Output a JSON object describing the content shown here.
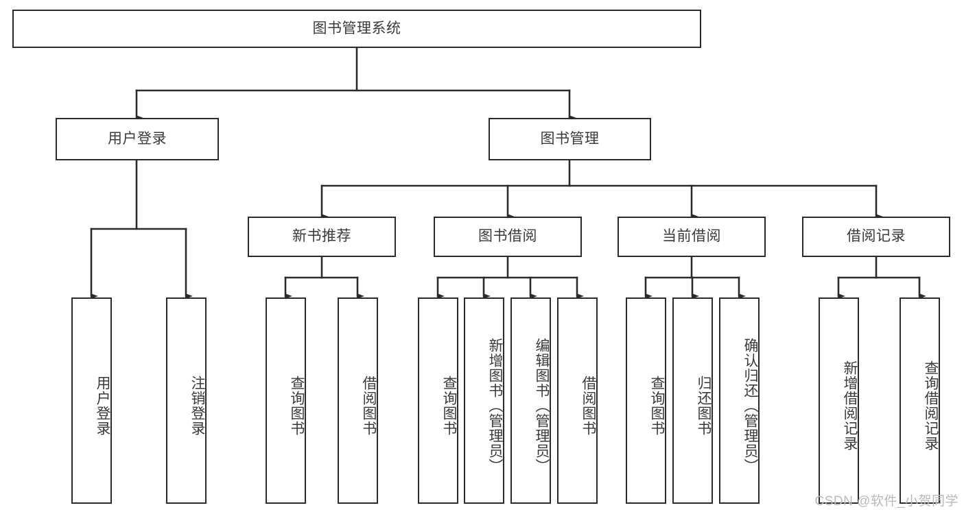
{
  "diagram": {
    "title": "图书管理系统",
    "type": "tree",
    "orientation": "top-down",
    "colors": {
      "background": "#ffffff",
      "node_border": "#2b2b2b",
      "node_fill": "#ffffff",
      "text": "#3a3a3a",
      "edge": "#2b2b2b",
      "watermark": "#b9b9b9"
    },
    "watermark": "CSDN @软件_小贺同学",
    "levels": {
      "root": {
        "label": "图书管理系统"
      },
      "level2": [
        {
          "id": "user-login",
          "label": "用户登录"
        },
        {
          "id": "book-manage",
          "label": "图书管理"
        }
      ],
      "level3": [
        {
          "id": "new-book-rec",
          "label": "新书推荐",
          "parent": "book-manage"
        },
        {
          "id": "book-borrow",
          "label": "图书借阅",
          "parent": "book-manage"
        },
        {
          "id": "current-borrow",
          "label": "当前借阅",
          "parent": "book-manage"
        },
        {
          "id": "borrow-record",
          "label": "借阅记录",
          "parent": "book-manage"
        }
      ],
      "leaves": [
        {
          "id": "leaf-user-login",
          "label": "用户登录",
          "parent": "user-login"
        },
        {
          "id": "leaf-logout",
          "label": "注销登录",
          "parent": "user-login"
        },
        {
          "id": "leaf-query-book-1",
          "label": "查询图书",
          "parent": "new-book-rec"
        },
        {
          "id": "leaf-borrow-book-1",
          "label": "借阅图书",
          "parent": "new-book-rec"
        },
        {
          "id": "leaf-query-book-2",
          "label": "查询图书",
          "parent": "book-borrow"
        },
        {
          "id": "leaf-add-book",
          "label": "新增图书（管理员）",
          "parent": "book-borrow"
        },
        {
          "id": "leaf-edit-book",
          "label": "编辑图书（管理员）",
          "parent": "book-borrow"
        },
        {
          "id": "leaf-borrow-book-2",
          "label": "借阅图书",
          "parent": "book-borrow"
        },
        {
          "id": "leaf-query-book-3",
          "label": "查询图书",
          "parent": "current-borrow"
        },
        {
          "id": "leaf-return-book",
          "label": "归还图书",
          "parent": "current-borrow"
        },
        {
          "id": "leaf-confirm-return",
          "label": "确认归还（管理员）",
          "parent": "current-borrow"
        },
        {
          "id": "leaf-add-record",
          "label": "新增借阅记录",
          "parent": "borrow-record"
        },
        {
          "id": "leaf-query-record",
          "label": "查询借阅记录",
          "parent": "borrow-record"
        }
      ]
    }
  }
}
